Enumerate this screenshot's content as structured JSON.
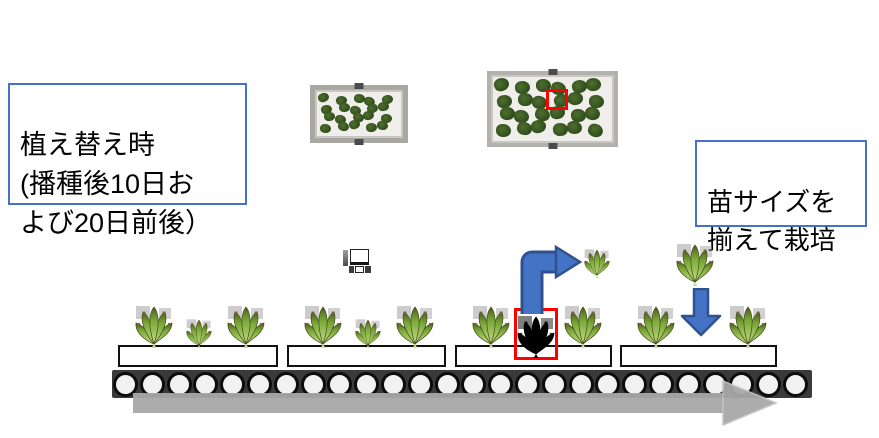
{
  "colors": {
    "accent_blue": "#4472C4",
    "arrow_border_blue": "#2F528F",
    "highlight_red": "#FF0000",
    "flow_arrow_gray": "#A8A8A8",
    "tray_white": "#FFFFFF",
    "roller_track_gray": "#3A3A3A"
  },
  "annotations": {
    "transplant_note": "植え替え時\n(播種後10日お\nよび20日前後）",
    "uniform_note": "苗サイズを\n揃えて栽培"
  },
  "photos": [
    {
      "name": "seedling-tray-photo-early",
      "seedling_rows": 4,
      "seedling_cols": 5,
      "blob_size": 11,
      "highlight": false
    },
    {
      "name": "seedling-tray-photo-later",
      "seedling_rows": 4,
      "seedling_cols": 6,
      "blob_size": 15,
      "highlight": true
    }
  ],
  "conveyor": {
    "trays": [
      {
        "plants": [
          "large",
          "small",
          "large"
        ]
      },
      {
        "plants": [
          "large",
          "small",
          "large"
        ]
      },
      {
        "plants": [
          "large",
          "removed",
          "large"
        ]
      },
      {
        "plants": [
          "large",
          "empty",
          "large"
        ]
      }
    ],
    "roller_count": 26
  },
  "floating": {
    "lifted_seedling": "small",
    "replacement_seedling": "large"
  }
}
